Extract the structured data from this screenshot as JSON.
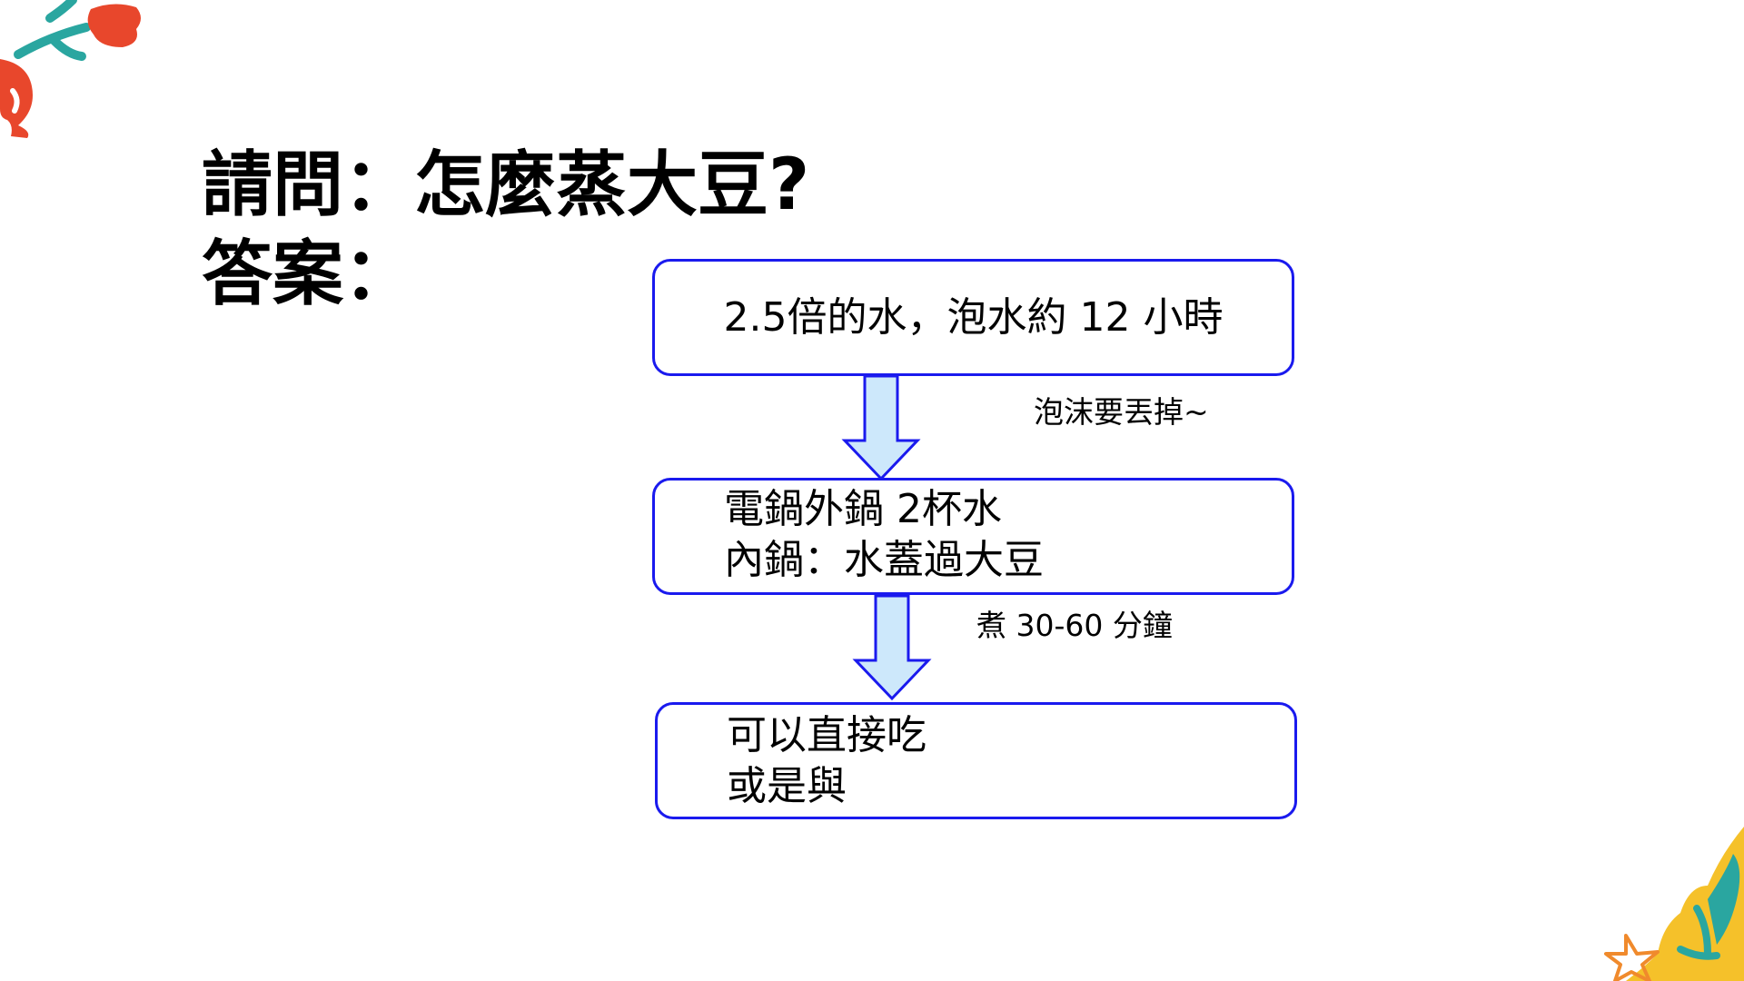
{
  "question": "請問：怎麼蒸大豆?",
  "answer_label": "答案：",
  "flow": {
    "step1": "2.5倍的水，泡水約 12 小時",
    "note1": "泡沫要丟掉~",
    "step2_line1": "電鍋外鍋 2杯水",
    "step2_line2": "內鍋：水蓋過大豆",
    "note2": "煮 30-60 分鐘",
    "step3_line1": "可以直接吃",
    "step3_line2": "或是與"
  },
  "colors": {
    "box_border": "#1a1aee",
    "arrow_fill": "#cde8fb",
    "arrow_stroke": "#1a1aee",
    "deco_red": "#e8472c",
    "deco_teal": "#2aa6a0",
    "deco_yellow": "#f5c12a",
    "deco_orange": "#f08a2c"
  }
}
